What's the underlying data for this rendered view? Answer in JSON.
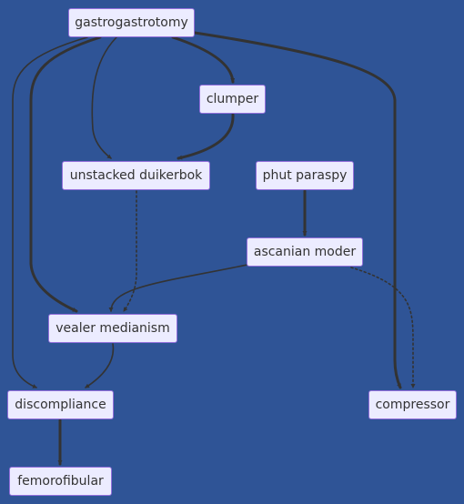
{
  "theme": {
    "background": "#2f5496",
    "node_fill": "#ececff",
    "node_border": "#9370db",
    "text": "#333333",
    "edge": "#333333"
  },
  "nodes": {
    "gastrogastrotomy": "gastrogastrotomy",
    "clumper": "clumper",
    "unstacked": "unstacked duikerbok",
    "phut": "phut paraspy",
    "ascanian": "ascanian moder",
    "vealer": "vealer medianism",
    "discompliance": "discompliance",
    "compressor": "compressor",
    "femorofibular": "femorofibular"
  },
  "edges": [
    {
      "from": "gastrogastrotomy",
      "to": "clumper",
      "style": "thick"
    },
    {
      "from": "gastrogastrotomy",
      "to": "unstacked",
      "style": "normal"
    },
    {
      "from": "gastrogastrotomy",
      "to": "vealer",
      "style": "thick"
    },
    {
      "from": "gastrogastrotomy",
      "to": "discompliance",
      "style": "normal"
    },
    {
      "from": "gastrogastrotomy",
      "to": "compressor",
      "style": "thick"
    },
    {
      "from": "clumper",
      "to": "unstacked",
      "style": "thick"
    },
    {
      "from": "unstacked",
      "to": "vealer",
      "style": "dotted"
    },
    {
      "from": "phut",
      "to": "ascanian",
      "style": "thick"
    },
    {
      "from": "ascanian",
      "to": "vealer",
      "style": "normal"
    },
    {
      "from": "ascanian",
      "to": "compressor",
      "style": "dotted"
    },
    {
      "from": "vealer",
      "to": "discompliance",
      "style": "normal"
    },
    {
      "from": "discompliance",
      "to": "femorofibular",
      "style": "thick"
    }
  ]
}
